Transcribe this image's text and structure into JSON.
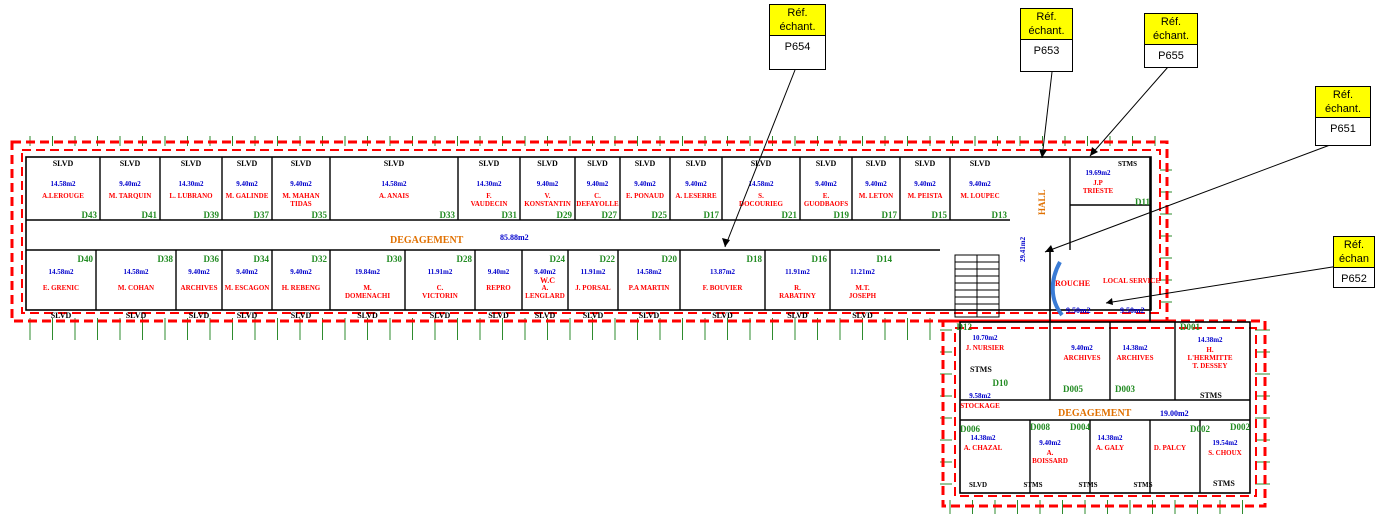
{
  "colors": {
    "outline": "#ff0000",
    "walls": "#000000",
    "room_name": "#ff0000",
    "area": "#0000cc",
    "door_code": "#228b22",
    "corridor": "#e07000",
    "callout_header": "#ffff00"
  },
  "callouts": [
    {
      "header": "Réf. échant.",
      "ref": "P654"
    },
    {
      "header": "Réf. échant.",
      "ref": "P653"
    },
    {
      "header": "Réf. échant.",
      "ref": "P655"
    },
    {
      "header": "Réf. échant.",
      "ref": "P651"
    },
    {
      "header": "Réf. échan",
      "ref": "P652"
    }
  ],
  "labels": {
    "slvd": "SLVD",
    "stms": "STMS",
    "degagement": "DEGAGEMENT",
    "hall": "HALL",
    "corridor_area": "85.88m2",
    "wc": "W.C",
    "rouche": "ROUCHE",
    "local_service": "LOCAL SERVICE",
    "archives": "ARCHIVES",
    "stockage": "STOCKAGE"
  },
  "top_rooms": [
    {
      "code": "D43",
      "area": "14.58m2",
      "name": "A.LEROUGE"
    },
    {
      "code": "D41",
      "area": "9.40m2",
      "name": "M. TARQUIN"
    },
    {
      "code": "D39",
      "area": "14.30m2",
      "name": "L. LUBRANO"
    },
    {
      "code": "D37",
      "area": "9.40m2",
      "name": "M. GALINDE"
    },
    {
      "code": "D35",
      "area": "9.40m2",
      "name": "M. MAHAN TIDAS"
    },
    {
      "code": "D33",
      "area": "14.58m2",
      "name": "A. ANAIS"
    },
    {
      "code": "D31",
      "area": "14.30m2",
      "name": "F. VAUDECIN"
    },
    {
      "code": "D29",
      "area": "9.40m2",
      "name": "V. KONSTANTIN"
    },
    {
      "code": "D27",
      "area": "9.40m2",
      "name": "C. DEFAYOLLE"
    },
    {
      "code": "D25",
      "area": "9.40m2",
      "name": "E. PONAUD"
    },
    {
      "code": "D17",
      "area": "9.40m2",
      "name": "A. LESERRE"
    },
    {
      "code": "D21",
      "area": "14.58m2",
      "name": "S. DOCOURIEG"
    },
    {
      "code": "D19",
      "area": "9.40m2",
      "name": "E. GUODBAOFS"
    },
    {
      "code": "D17",
      "area": "9.40m2",
      "name": "M. LETON"
    },
    {
      "code": "D15",
      "area": "9.40m2",
      "name": "M. PEISTA"
    },
    {
      "code": "D13",
      "area": "9.40m2",
      "name": "M. LOUPEC"
    }
  ],
  "bottom_rooms": [
    {
      "code": "D40",
      "area": "14.58m2",
      "name": "E. GRENIC"
    },
    {
      "code": "D38",
      "area": "14.58m2",
      "name": "M. COHAN"
    },
    {
      "code": "D36",
      "area": "9.40m2",
      "name": "ARCHIVES"
    },
    {
      "code": "D34",
      "area": "9.40m2",
      "name": "M. ESCAGON"
    },
    {
      "code": "D32",
      "area": "9.40m2",
      "name": "H. REBENG"
    },
    {
      "code": "D30",
      "area": "19.84m2",
      "name": "M. DOMENACHI"
    },
    {
      "code": "D28",
      "area": "11.91m2",
      "name": "C. VICTORIN"
    },
    {
      "code": "",
      "area": "9.40m2",
      "name": "REPRO"
    },
    {
      "code": "D24",
      "area": "9.40m2",
      "name": "A. LENGLARD"
    },
    {
      "code": "D22",
      "area": "11.91m2",
      "name": "J. PORSAL"
    },
    {
      "code": "D20",
      "area": "14.58m2",
      "name": "P.A MARTIN"
    },
    {
      "code": "D18",
      "area": "13.87m2",
      "name": "F. BOUVIER"
    },
    {
      "code": "D16",
      "area": "11.91m2",
      "name": "R. RABATINY"
    },
    {
      "code": "D14",
      "area": "11.21m2",
      "name": "M.T. JOSEPH"
    }
  ],
  "east_rooms": [
    {
      "code": "D11",
      "area": "19.69m2",
      "name": "J.P TRIESTE"
    },
    {
      "code": "D12",
      "area": "10.70m2",
      "name": "J. NURSIER"
    },
    {
      "code": "D10",
      "area": "9.58m2",
      "name": "STOCKAGE"
    },
    {
      "code": "D005",
      "area": "9.40m2",
      "name": "ARCHIVES"
    },
    {
      "code": "D003",
      "area": "14.38m2",
      "name": "ARCHIVES"
    },
    {
      "code": "D001",
      "area": "14.38m2",
      "name": "H. L'HERMITTE T. DESSEY"
    },
    {
      "code": "D006",
      "area": "14.38m2",
      "name": "A. CHAZAL"
    },
    {
      "code": "D008",
      "area": "9.40m2",
      "name": "A. BOISSARD"
    },
    {
      "code": "D004",
      "area": "14.38m2",
      "name": "A. GALY"
    },
    {
      "code": "D002",
      "area": "",
      "name": "D. PALCY"
    },
    {
      "code": "D002",
      "area": "19.54m2",
      "name": "S. CHOUX"
    }
  ],
  "east_misc": {
    "degagement_area": "19.00m2",
    "rouche_area": "9.50m2",
    "local_area": "9.50m2",
    "hall_area": "29.41m2"
  }
}
